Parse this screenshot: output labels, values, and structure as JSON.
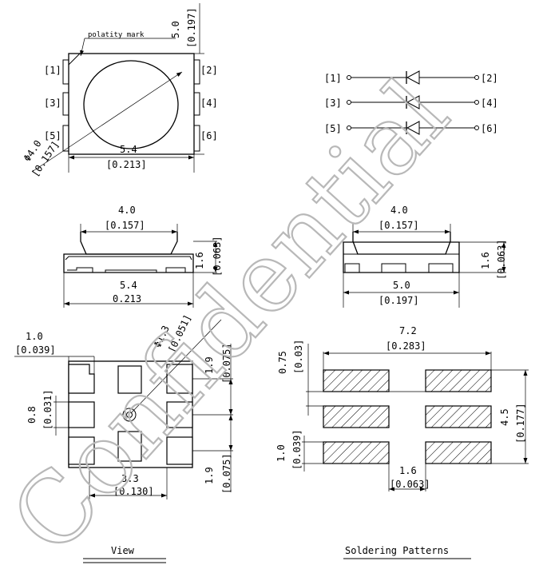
{
  "top_view": {
    "polarity_label": "polatity mark",
    "height_mm": "5.0",
    "height_in": "[0.197]",
    "width_mm": "5.4",
    "width_in": "[0.213]",
    "dia_mm": "Φ4.0",
    "dia_in": "[0.157]",
    "pins_left": [
      "[1]",
      "[3]",
      "[5]"
    ],
    "pins_right": [
      "[2]",
      "[4]",
      "[6]"
    ]
  },
  "circuit": {
    "rows": [
      {
        "left": "[1]",
        "right": "[2]"
      },
      {
        "left": "[3]",
        "right": "[4]"
      },
      {
        "left": "[5]",
        "right": "[6]"
      }
    ]
  },
  "side_view_a": {
    "lens_mm": "4.0",
    "lens_in": "[0.157]",
    "height_mm": "1.6",
    "height_in": "[0.063]",
    "width_mm": "5.4",
    "width_in": "0.213"
  },
  "side_view_b": {
    "lens_mm": "4.0",
    "lens_in": "[0.157]",
    "height_mm": "1.6",
    "height_in": "[0.063]",
    "width_mm": "5.0",
    "width_in": "[0.197]"
  },
  "bottom_view": {
    "pad_w_mm": "1.0",
    "pad_w_in": "[0.039]",
    "pad_h_mm": "0.8",
    "pad_h_in": "[0.031]",
    "hole_mm": "Φ1.3",
    "hole_in": "[0.051]",
    "pitch_top_mm": "1.9",
    "pitch_top_in": "[0.075]",
    "pitch_bot_mm": "1.9",
    "pitch_bot_in": "[0.075]",
    "span_mm": "3.3",
    "span_in": "[0.130]",
    "caption": "View"
  },
  "soldering": {
    "total_w_mm": "7.2",
    "total_w_in": "[0.283]",
    "gap_mm": "0.75",
    "gap_in": "[0.03]",
    "total_h_mm": "4.5",
    "total_h_in": "[0.177]",
    "pad_h_mm": "1.0",
    "pad_h_in": "[0.039]",
    "inner_gap_mm": "1.6",
    "inner_gap_in": "[0.063]",
    "caption": "Soldering Patterns"
  },
  "watermark": "Confidential"
}
